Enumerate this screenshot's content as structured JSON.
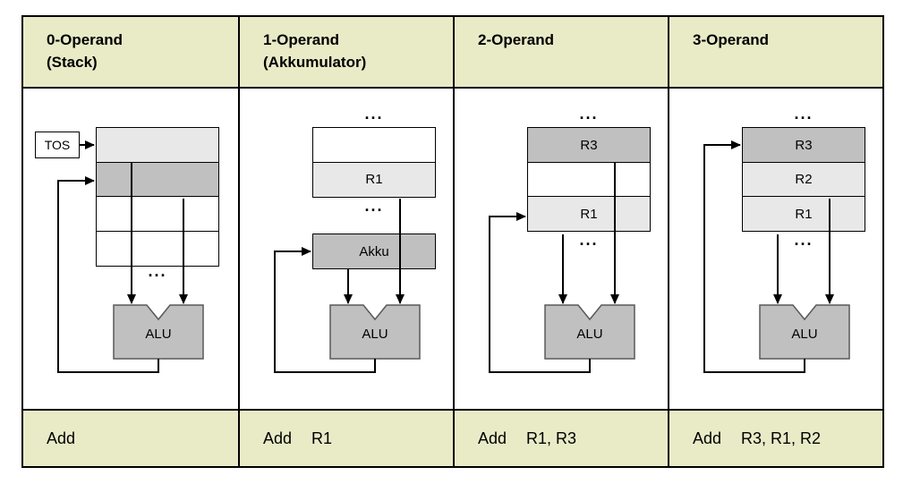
{
  "theme": {
    "colors": {
      "table-accent": "#e9ebc7",
      "row-light": "#e8e8e8",
      "row-dark": "#c0c0c0",
      "row-white": "#ffffff",
      "line": "#000000",
      "alu-fill": "#c0c0c0",
      "alu-border": "#595959"
    }
  },
  "diagram": {
    "ellipsis": "..."
  },
  "columns": [
    {
      "header": {
        "line1": "0-Operand",
        "line2": "(Stack)"
      },
      "tos_label": "TOS",
      "registers": [
        {
          "label": "",
          "shade": "light"
        },
        {
          "label": "",
          "shade": "dark"
        },
        {
          "label": "",
          "shade": "white"
        },
        {
          "label": "",
          "shade": "white"
        }
      ],
      "alu_label": "ALU",
      "instruction": {
        "mnemonic": "Add",
        "operands": ""
      }
    },
    {
      "header": {
        "line1": "1-Operand",
        "line2": "(Akkumulator)"
      },
      "registers": [
        {
          "label": "",
          "shade": "white"
        },
        {
          "label": "R1",
          "shade": "light"
        }
      ],
      "akku_label": "Akku",
      "alu_label": "ALU",
      "instruction": {
        "mnemonic": "Add",
        "operands": "R1"
      }
    },
    {
      "header": {
        "line1": "2-Operand",
        "line2": ""
      },
      "registers": [
        {
          "label": "R3",
          "shade": "dark"
        },
        {
          "label": "",
          "shade": "white"
        },
        {
          "label": "R1",
          "shade": "light"
        }
      ],
      "alu_label": "ALU",
      "instruction": {
        "mnemonic": "Add",
        "operands": "R1, R3"
      }
    },
    {
      "header": {
        "line1": "3-Operand",
        "line2": ""
      },
      "registers": [
        {
          "label": "R3",
          "shade": "dark"
        },
        {
          "label": "R2",
          "shade": "light"
        },
        {
          "label": "R1",
          "shade": "light"
        }
      ],
      "alu_label": "ALU",
      "instruction": {
        "mnemonic": "Add",
        "operands": "R3, R1, R2"
      }
    }
  ]
}
